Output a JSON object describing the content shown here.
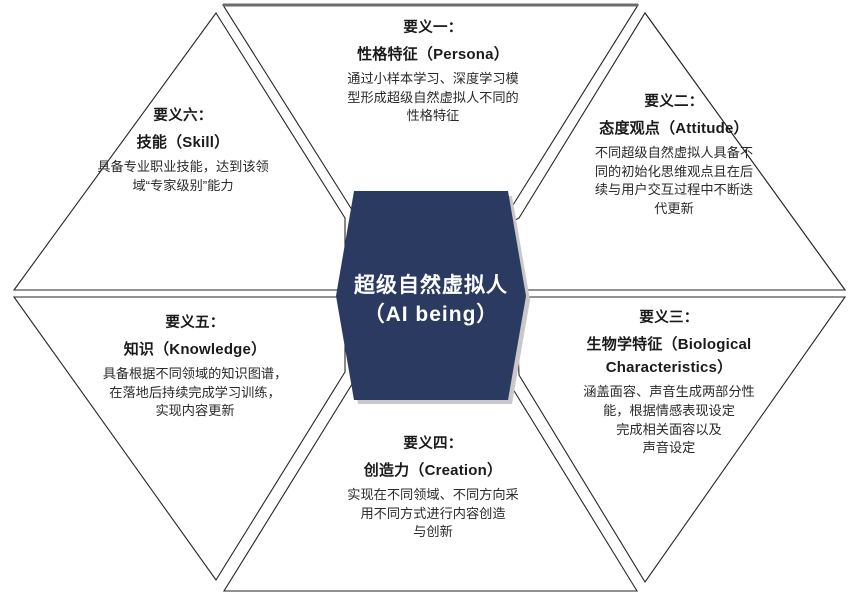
{
  "diagram": {
    "type": "hexagon-radial",
    "colors": {
      "core_fill": "#2b3a60",
      "core_text": "#ffffff",
      "outline": "#262626",
      "shadow": "#c9c9c9",
      "top_bar": "#6b6b6b",
      "body_text": "#2b2b2b"
    },
    "core": {
      "title": "超级自然虚拟人",
      "subtitle": "（AI being）"
    },
    "segments": [
      {
        "id": "one",
        "index_label": "要义一：",
        "name": "性格特征（Persona）",
        "desc_lines": [
          "通过小样本学习、深度学习模",
          "型形成超级自然虚拟人不同的",
          "性格特征"
        ]
      },
      {
        "id": "two",
        "index_label": "要义二：",
        "name": "态度观点（Attitude）",
        "desc_lines": [
          "不同超级自然虚拟人具备不",
          "同的初始化思维观点且在后",
          "续与用户交互过程中不断迭",
          "代更新"
        ]
      },
      {
        "id": "three",
        "index_label": "要义三：",
        "name": "生物学特征（Biological",
        "name_line2": "Characteristics）",
        "desc_lines": [
          "涵盖面容、声音生成两部分性",
          "能，根据情感表现设定",
          "完成相关面容以及",
          "声音设定"
        ]
      },
      {
        "id": "four",
        "index_label": "要义四：",
        "name": "创造力（Creation）",
        "desc_lines": [
          "实现在不同领域、不同方向采",
          "用不同方式进行内容创造",
          "与创新"
        ]
      },
      {
        "id": "five",
        "index_label": "要义五：",
        "name": "知识（Knowledge）",
        "desc_lines": [
          "具备根据不同领域的知识图谱，",
          "在落地后持续完成学习训练，",
          "实现内容更新"
        ]
      },
      {
        "id": "six",
        "index_label": "要义六：",
        "name": "技能（Skill）",
        "desc_lines": [
          "具备专业职业技能，达到该领",
          "域“专家级别”能力"
        ]
      }
    ]
  }
}
